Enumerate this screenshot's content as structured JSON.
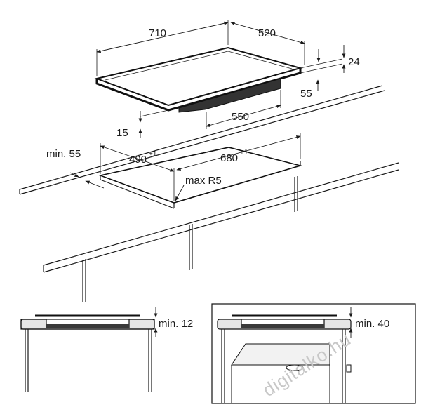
{
  "dimensions": {
    "width": "710",
    "depth": "520",
    "thickness": "24",
    "inner_height": "55",
    "lower_width": "550",
    "offset": "15",
    "min_front": "min. 55",
    "cutout_depth": "490",
    "cutout_depth_tol": "+1",
    "cutout_width": "680",
    "cutout_width_tol": "+1",
    "radius": "max R5"
  },
  "details": {
    "left_min_clearance": "min. 12",
    "right_min_clearance": "min. 40"
  },
  "watermark": "digitalko.hu"
}
